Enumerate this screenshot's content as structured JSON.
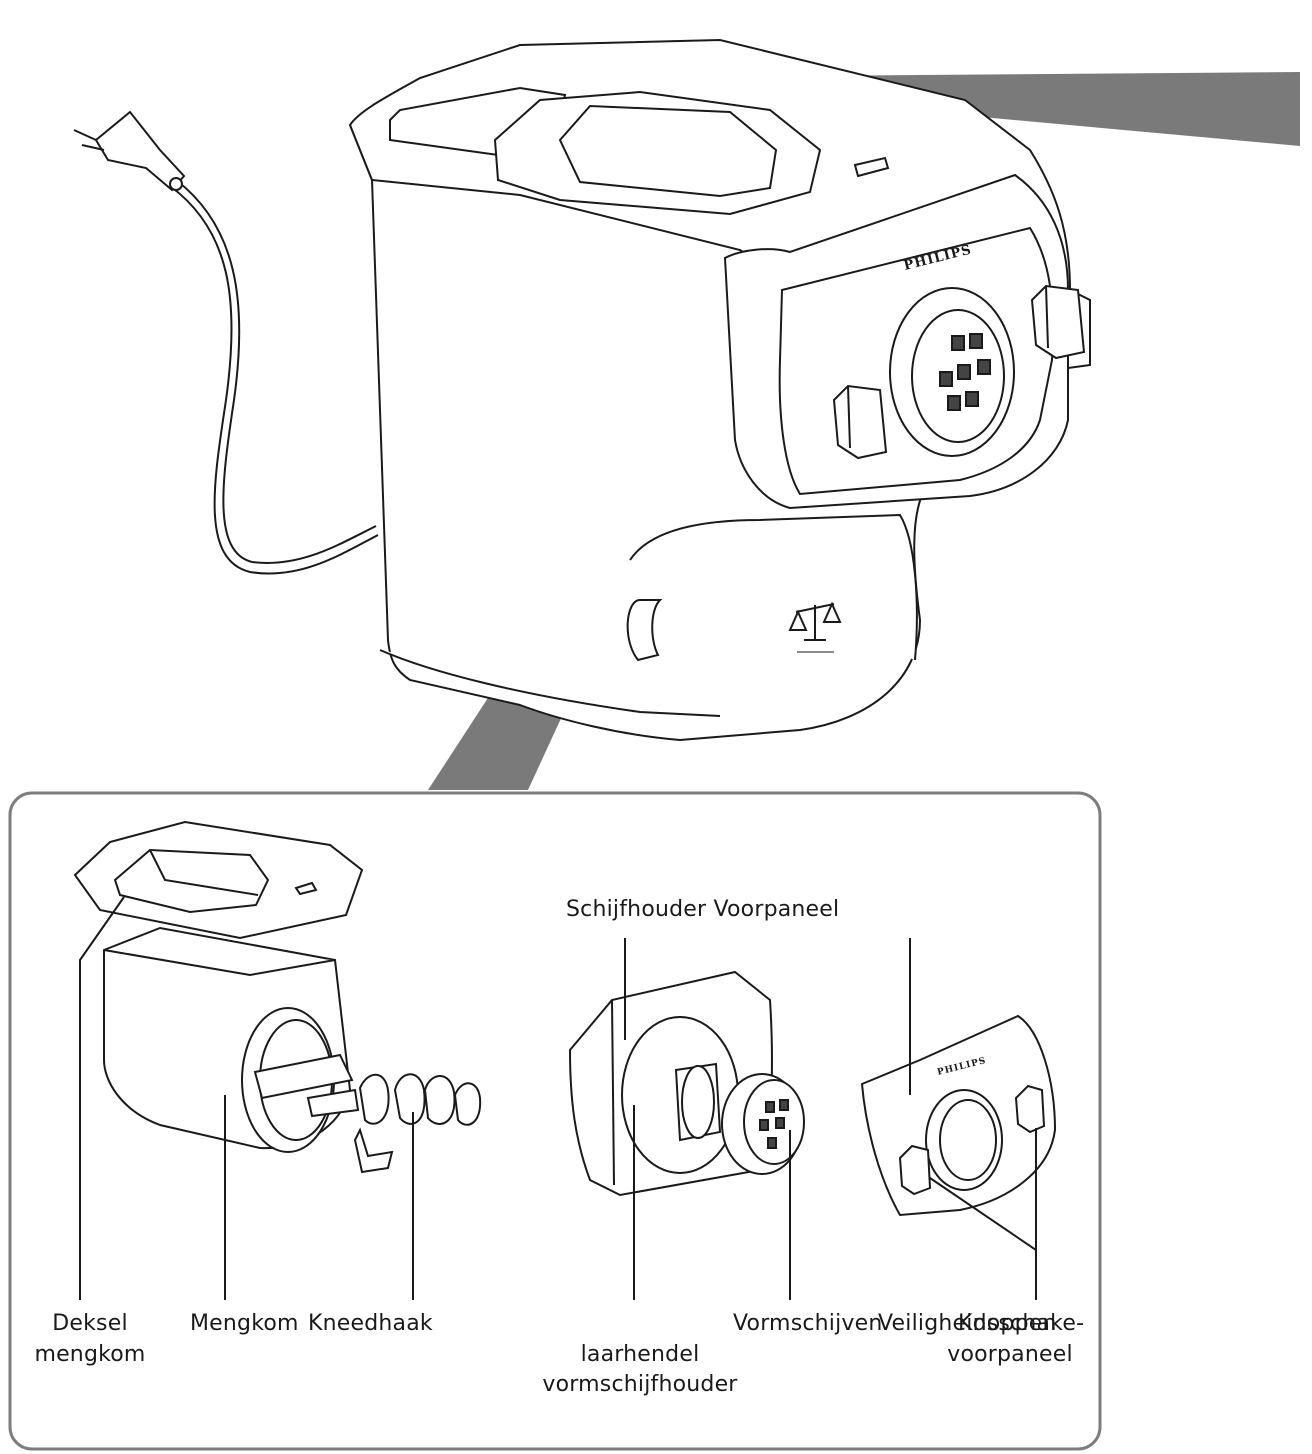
{
  "diagram": {
    "brand": "PHILIPS",
    "labels": {
      "schijfhouder_voorpaneel": "Schijfhouder Voorpaneel",
      "deksel_line1": "Deksel",
      "deksel_line2": "mengkom",
      "mengkom": "Mengkom",
      "kneedhaak": "Kneedhaak",
      "laarhendel_line1": "laarhendel",
      "laarhendel_line2": "vormschijfhouder",
      "vormschijven": "Vormschijven",
      "veiligheids_line1": "Veiligheidsschake-",
      "knoppen": "Knoppen",
      "voorpaneel_line2": "voorpaneel"
    },
    "colors": {
      "outline": "#1a1a1a",
      "callout_beam": "#7a7a7a",
      "panel_border": "#7d7d7d"
    }
  }
}
